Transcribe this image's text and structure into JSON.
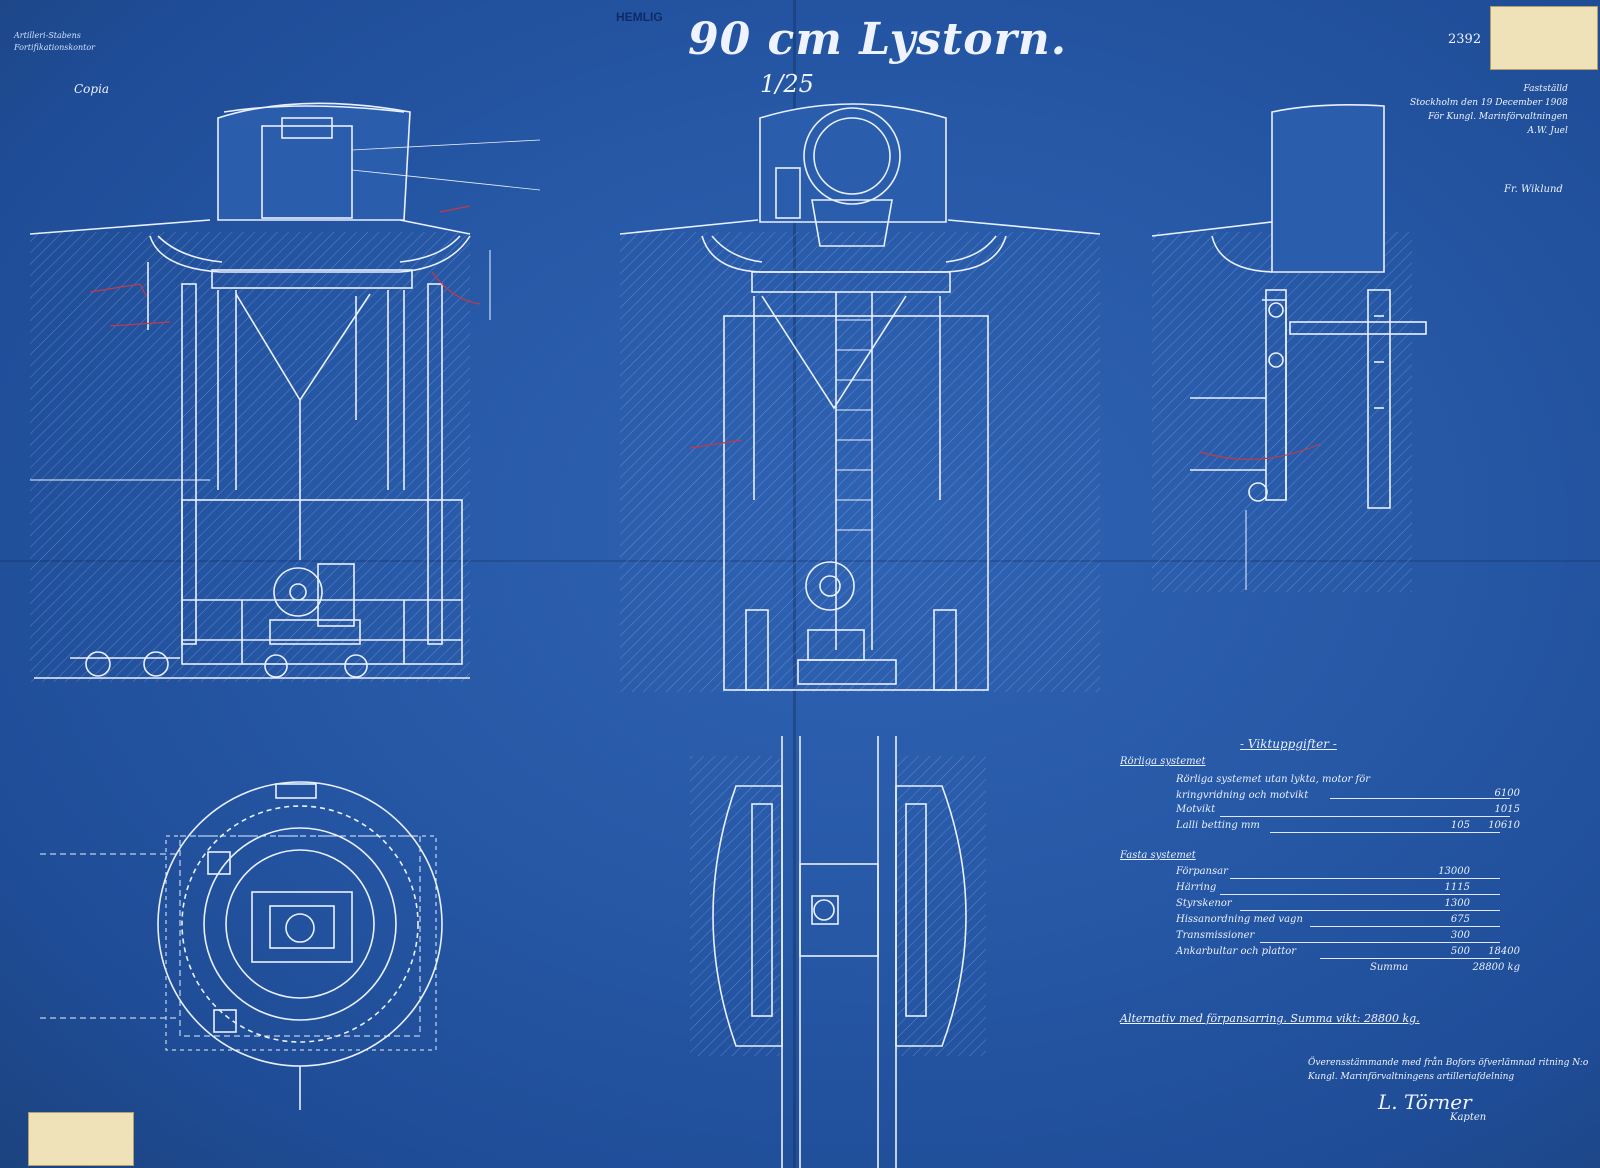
{
  "header": {
    "classification": "HEMLIG",
    "title": "90 cm Lystorn.",
    "scale": "1/25",
    "copy_label": "Copia",
    "drawing_number": "2392"
  },
  "stamp_top_left": [
    "Artilleri-Stabens",
    "Fortifikationskontor"
  ],
  "approval": [
    "Fastställd",
    "Stockholm den 19 December 1908",
    "För Kungl. Marinförvaltningen",
    "A.W. Juel"
  ],
  "signatory": "Fr. Wiklund",
  "weights": {
    "heading": "- Viktuppgifter -",
    "movable_heading": "Rörliga systemet",
    "movable": [
      {
        "label": "Rörliga systemet utan lykta, motor för kringvridning och motvikt",
        "value": "6100"
      },
      {
        "label": "Motvikt",
        "value": "1015"
      },
      {
        "label": "Lalli betting mm",
        "value": "105",
        "total": "10610"
      }
    ],
    "fixed_heading": "Fasta systemet",
    "fixed": [
      {
        "label": "Förpansar",
        "value": "13000"
      },
      {
        "label": "Härring",
        "value": "1115"
      },
      {
        "label": "Styrskenor",
        "value": "1300"
      },
      {
        "label": "Hissanordning med vagn",
        "value": "675"
      },
      {
        "label": "Transmissioner",
        "value": "300"
      },
      {
        "label": "Ankarbultar och plattor",
        "value": "500",
        "total": "18400"
      }
    ],
    "sum_label": "Summa",
    "sum_value": "28800 kg",
    "alternative": "Alternativ med förpansarring. Summa vikt: 28800 kg."
  },
  "note": [
    "Överensstämmande med från Bofors öfverlämnad ritning N:o",
    "Kungl. Marinförvaltningens artilleriafdelning"
  ],
  "signature": "L. Törner",
  "signature_title": "Kapten",
  "colors": {
    "paper": "#2658a6",
    "line": "#e9f0ff",
    "pencil": "#c23a4a",
    "sticker": "#efe2b8"
  }
}
